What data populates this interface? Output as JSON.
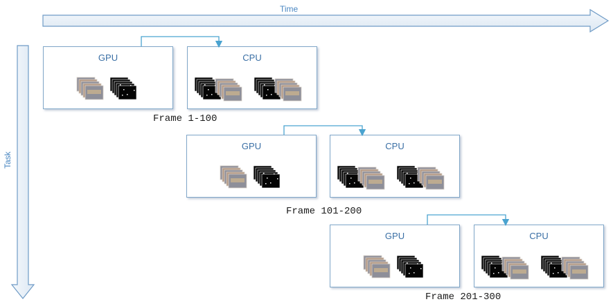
{
  "axes": {
    "time_label": "Time",
    "task_label": "Task"
  },
  "colors": {
    "arrow_fill": "#e8f0f8",
    "arrow_stroke": "#6f9bc6",
    "box_border": "#7fa6c8",
    "box_title": "#3a6fa5",
    "connector": "#4aa3d0"
  },
  "stages": [
    {
      "gpu_label": "GPU",
      "cpu_label": "CPU",
      "caption": "Frame 1-100"
    },
    {
      "gpu_label": "GPU",
      "cpu_label": "CPU",
      "caption": "Frame 101-200"
    },
    {
      "gpu_label": "GPU",
      "cpu_label": "CPU",
      "caption": "Frame 201-300"
    }
  ],
  "icons": {
    "color_stack": "color-frame-stack-icon",
    "mask_stack": "binary-mask-stack-icon"
  }
}
